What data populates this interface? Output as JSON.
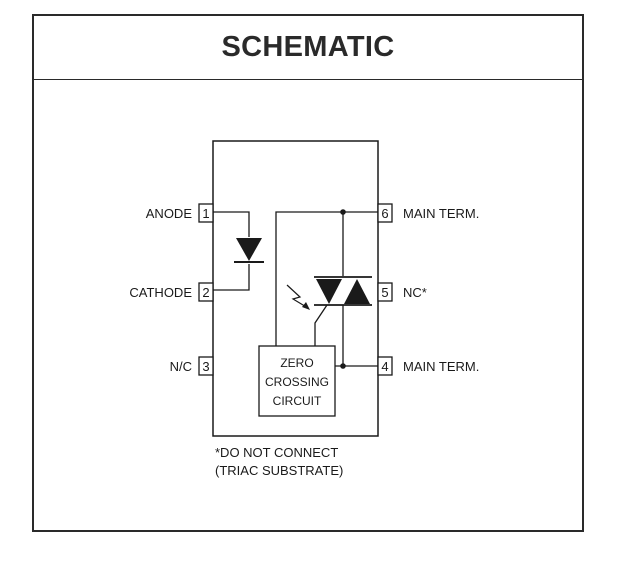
{
  "title": "SCHEMATIC",
  "pins": [
    {
      "number": "1",
      "label": "ANODE"
    },
    {
      "number": "2",
      "label": "CATHODE"
    },
    {
      "number": "3",
      "label": "N/C"
    },
    {
      "number": "4",
      "label": "MAIN TERM."
    },
    {
      "number": "5",
      "label": "NC*"
    },
    {
      "number": "6",
      "label": "MAIN TERM."
    }
  ],
  "zero_crossing": [
    "ZERO",
    "CROSSING",
    "CIRCUIT"
  ],
  "footnote": [
    "*DO NOT CONNECT",
    "(TRIAC SUBSTRATE)"
  ]
}
